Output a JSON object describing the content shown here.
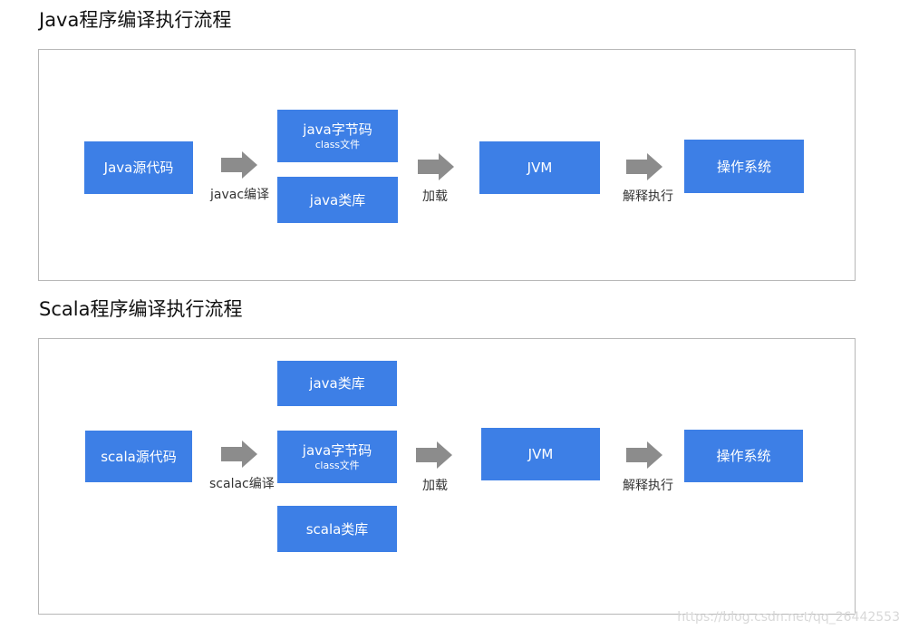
{
  "java_section": {
    "title": "Java程序编译执行流程",
    "source_box": "Java源代码",
    "compile_label": "javac编译",
    "bytecode_box": {
      "main": "java字节码",
      "sub": "class文件"
    },
    "library_box": "java类库",
    "load_label": "加载",
    "jvm_box": "JVM",
    "interpret_label": "解释执行",
    "os_box": "操作系统"
  },
  "scala_section": {
    "title": "Scala程序编译执行流程",
    "source_box": "scala源代码",
    "compile_label": "scalac编译",
    "java_library_box": "java类库",
    "bytecode_box": {
      "main": "java字节码",
      "sub": "class文件"
    },
    "scala_library_box": "scala类库",
    "load_label": "加载",
    "jvm_box": "JVM",
    "interpret_label": "解释执行",
    "os_box": "操作系统"
  },
  "watermark": "https://blog.csdn.net/qq_26442553",
  "colors": {
    "box_fill": "#3d7fe6",
    "arrow_fill": "#8c8c8c",
    "panel_border": "#b7b7b7"
  },
  "icons": {
    "flow_arrow": "right-arrow-icon"
  }
}
